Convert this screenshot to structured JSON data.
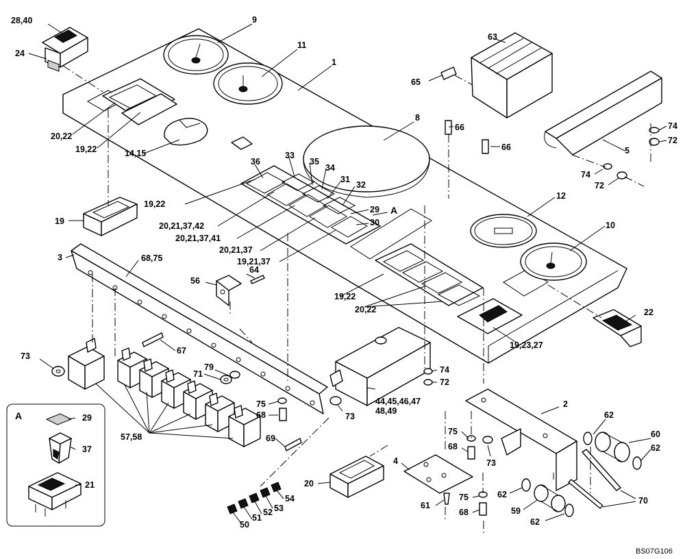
{
  "drawing_ref": "BS07G106",
  "detail_letter": "A",
  "labels": {
    "l1": "1",
    "l2": "2",
    "l3": "3",
    "l4": "4",
    "l5": "5",
    "l8": "8",
    "l9": "9",
    "l10": "10",
    "l11": "11",
    "l12": "12",
    "l19": "19",
    "l19_22_a": "19,22",
    "l19_22_b": "19,22",
    "l19_22_c": "19,22",
    "l19_21_37": "19,21,37",
    "l19_23_27": "19,23,27",
    "l20": "20",
    "l20_22_a": "20,22",
    "l20_22_b": "20,22",
    "l20_21_37_42": "20,21,37,42",
    "l20_21_37_41": "20,21,37,41",
    "l20_21_37": "20,21,37",
    "l22": "22",
    "l24": "24",
    "l28_40": "28,40",
    "l14_15": "14,15",
    "l29": "29",
    "l30": "30",
    "l31": "31",
    "l32": "32",
    "l33": "33",
    "l34": "34",
    "l35": "35",
    "l36": "36",
    "l44_49a": "44,45,46,47",
    "l44_49b": "48,49",
    "l50": "50",
    "l51": "51",
    "l52": "52",
    "l53": "53",
    "l54": "54",
    "l56": "56",
    "l57_58": "57,58",
    "l59": "59",
    "l60": "60",
    "l61": "61",
    "l62a": "62",
    "l62b": "62",
    "l62c": "62",
    "l62d": "62",
    "l63": "63",
    "l64": "64",
    "l65": "65",
    "l66a": "66",
    "l66b": "66",
    "l67": "67",
    "l68a": "68",
    "l68b": "68",
    "l68c": "68",
    "l68_75": "68,75",
    "l69": "69",
    "l70": "70",
    "l71": "71",
    "l72a": "72",
    "l72b": "72",
    "l72c": "72",
    "l73a": "73",
    "l73b": "73",
    "l73c": "73",
    "l74a": "74",
    "l74b": "74",
    "l74c": "74",
    "l75a": "75",
    "l75b": "75",
    "l75c": "75",
    "l79": "79",
    "lA": "A",
    "det29": "29",
    "det37": "37",
    "det21": "21"
  }
}
